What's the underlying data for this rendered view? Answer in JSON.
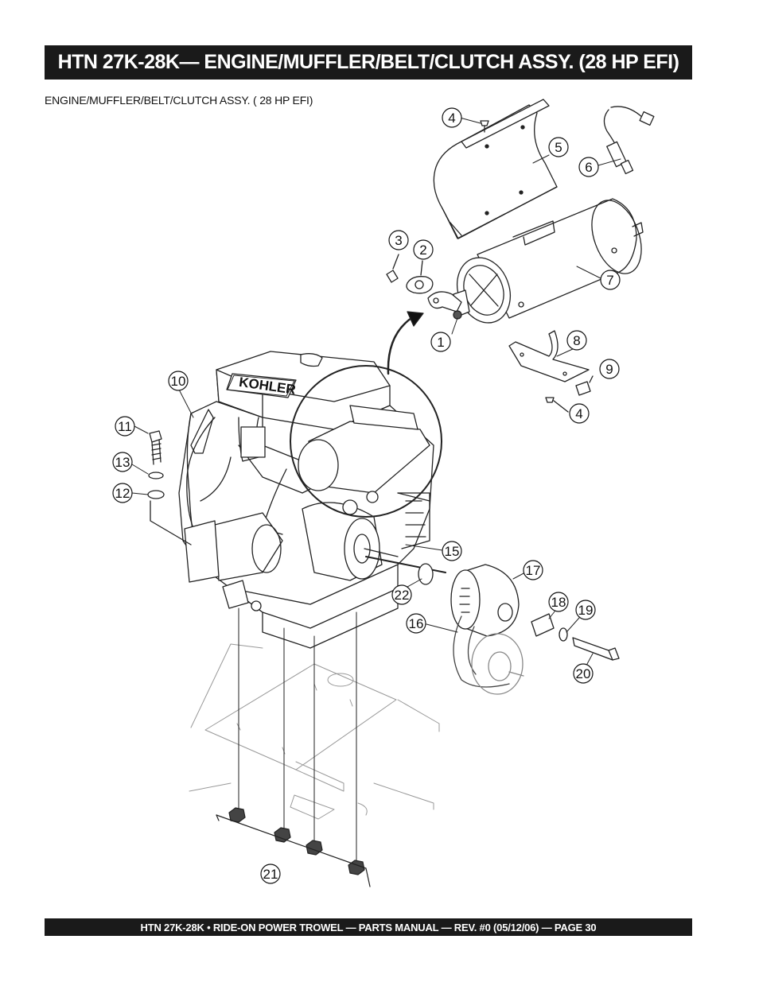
{
  "header": {
    "title": "HTN 27K-28K— ENGINE/MUFFLER/BELT/CLUTCH ASSY. (28 HP EFI)"
  },
  "section": {
    "subtitle": "ENGINE/MUFFLER/BELT/CLUTCH ASSY. ( 28 HP EFI)"
  },
  "diagram": {
    "engine_brand": "KOHLER",
    "callouts": [
      "4",
      "5",
      "6",
      "3",
      "2",
      "7",
      "1",
      "8",
      "9",
      "4",
      "10",
      "11",
      "13",
      "12",
      "15",
      "17",
      "22",
      "18",
      "19",
      "16",
      "20",
      "21"
    ]
  },
  "footer": {
    "text": "HTN 27K-28K • RIDE-ON POWER TROWEL — PARTS MANUAL — REV. #0 (05/12/06) — PAGE 30"
  }
}
